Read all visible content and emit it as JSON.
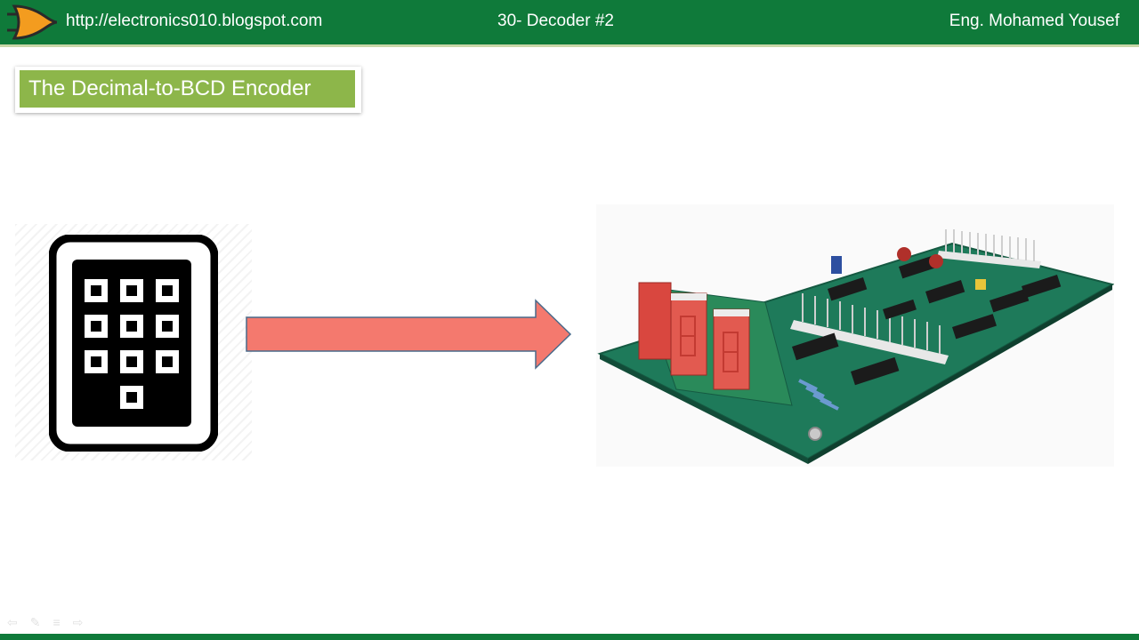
{
  "header": {
    "url": "http://electronics010.blogspot.com",
    "lecture": "30- Decoder #2",
    "author": "Eng. Mohamed Yousef",
    "logo_icon": "or-gate-logo-icon"
  },
  "slide": {
    "title": "The Decimal-to-BCD Encoder"
  },
  "diagram": {
    "left_icon": "keypad-icon",
    "arrow_icon": "right-arrow-icon",
    "right_image": "circuit-board-image"
  },
  "colors": {
    "header_bg": "#0f7a3a",
    "title_bg": "#8db64a",
    "arrow_fill": "#f4796e",
    "board_green": "#1e7a5a",
    "display_red": "#d9473f"
  },
  "controls": {
    "prev": "⇦",
    "pen": "✎",
    "menu": "≡",
    "next": "⇨"
  }
}
